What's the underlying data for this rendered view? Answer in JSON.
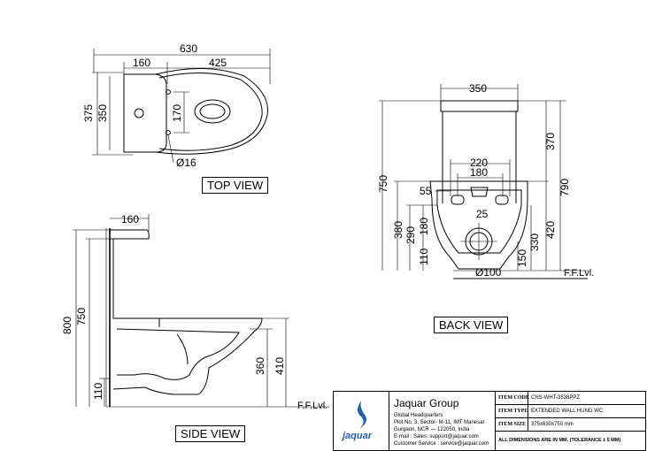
{
  "views": {
    "top": "TOP VIEW",
    "back": "BACK VIEW",
    "side": "SIDE VIEW"
  },
  "top_view": {
    "overall_width": "630",
    "tank_width": "160",
    "bowl_length": "425",
    "depth_outer": "375",
    "depth_inner": "350",
    "bolt_spacing": "170",
    "bolt_dia": "Ø16"
  },
  "back_view": {
    "width": "350",
    "height_total": "750",
    "tank_height": "370",
    "fixing_total": "790",
    "fixing_outer": "220",
    "fixing_inner": "180",
    "hole_width": "55",
    "hole_gap": "25",
    "h_380": "380",
    "h_290": "290",
    "h_180": "180",
    "h_110": "110",
    "h_420": "420",
    "h_330": "330",
    "h_150": "150",
    "outlet_dia": "Ø100",
    "floor_label": "F.F.Lvl."
  },
  "side_view": {
    "tank_depth": "160",
    "height_800": "800",
    "height_750": "750",
    "h_110": "110",
    "h_360": "360",
    "h_410": "410",
    "floor_label": "F.F.Lvl."
  },
  "title_block": {
    "company": "Jaquar Group",
    "hq": "Global Headquarters",
    "addr1": "Plot No. 3, Sector- M-11, IMT Manesar",
    "addr2": "Gurgaon, NCR — 122050, India",
    "email": "E-mail : Sales: support@jaquar.com",
    "service": "Customer Service : service@jaquar.com",
    "logo_text": "jaquar",
    "item_code_key": "ITEM CODE",
    "item_code": "CNS-WHT-3538PPZ",
    "item_type_key": "ITEM TYPE",
    "item_type": "EXTENDED WALL HUNG WC",
    "item_size_key": "ITEM SIZE",
    "item_size": "375x630x750  mm",
    "note": "ALL DIMENSIONS ARE IN MM. (TOLERANCE ± 5 MM)"
  },
  "colors": {
    "line": "#000000",
    "logo_blue": "#1f5fa8"
  }
}
